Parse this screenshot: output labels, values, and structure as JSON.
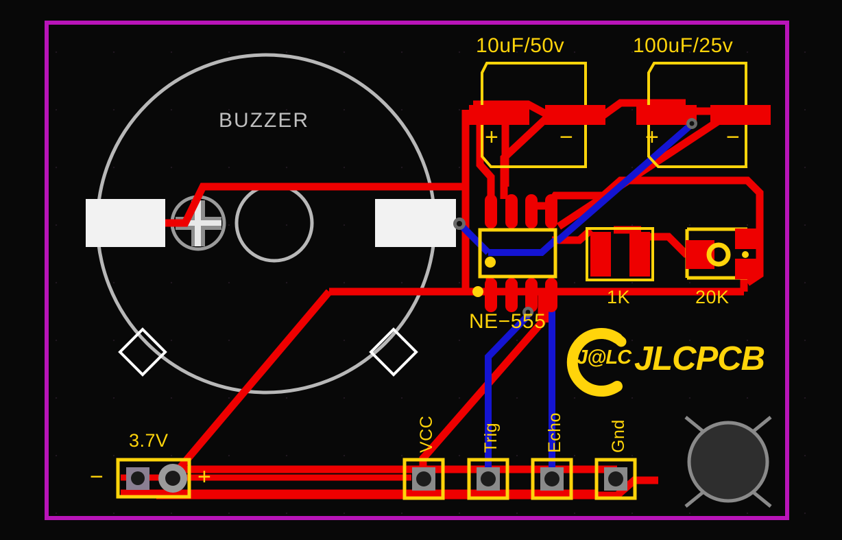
{
  "board": {
    "outline_color": "#b814b8",
    "background": "#080808",
    "copper_top_color": "#ee0000",
    "copper_bottom_color": "#1414d2",
    "silkscreen_color": "#ffd40a",
    "pad_white_color": "#f2f2f2",
    "grid_dot_color": "#241a24"
  },
  "components": {
    "buzzer": {
      "label": "BUZZER"
    },
    "cap1": {
      "label": "10uF/50v",
      "plus": "+",
      "minus": "−"
    },
    "cap2": {
      "label": "100uF/25v",
      "plus": "+",
      "minus": "−"
    },
    "ic": {
      "label": "NE−555"
    },
    "r1": {
      "label": "1K"
    },
    "r2": {
      "label": "20K"
    },
    "battery": {
      "label": "3.7V",
      "minus": "−",
      "plus": "+"
    }
  },
  "connector": {
    "pads": [
      {
        "label": "VCC"
      },
      {
        "label": "Trig"
      },
      {
        "label": "Echo"
      },
      {
        "label": "Gnd"
      }
    ]
  },
  "logo": {
    "badge_text": "J@LC",
    "wordmark": "JLCPCB"
  }
}
